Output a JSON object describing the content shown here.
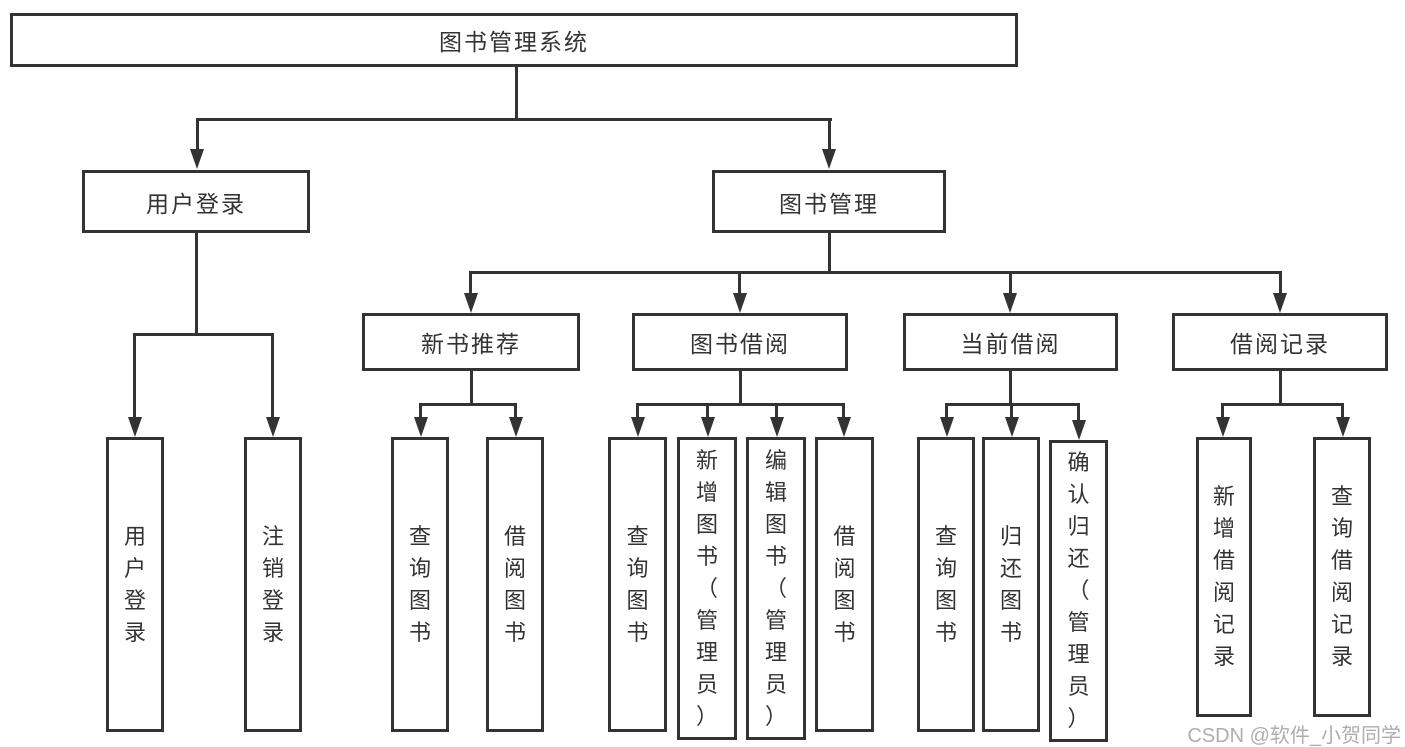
{
  "diagram": {
    "root": {
      "label": "图书管理系统"
    },
    "branches": [
      {
        "label": "用户登录",
        "children": [
          {
            "label": "用户登录"
          },
          {
            "label": "注销登录"
          }
        ]
      },
      {
        "label": "图书管理",
        "groups": [
          {
            "label": "新书推荐",
            "children": [
              {
                "label": "查询图书"
              },
              {
                "label": "借阅图书"
              }
            ]
          },
          {
            "label": "图书借阅",
            "children": [
              {
                "label": "查询图书"
              },
              {
                "label": "新增图书（管理员）"
              },
              {
                "label": "编辑图书（管理员）"
              },
              {
                "label": "借阅图书"
              }
            ]
          },
          {
            "label": "当前借阅",
            "children": [
              {
                "label": "查询图书"
              },
              {
                "label": "归还图书"
              },
              {
                "label": "确认归还（管理员）"
              }
            ]
          },
          {
            "label": "借阅记录",
            "children": [
              {
                "label": "新增借阅记录"
              },
              {
                "label": "查询借阅记录"
              }
            ]
          }
        ]
      }
    ]
  },
  "watermark": {
    "text": "CSDN @软件_小贺同学"
  },
  "colors": {
    "line": "#333333",
    "text": "#333333",
    "watermark": "#a5a5a5",
    "background": "#ffffff"
  }
}
